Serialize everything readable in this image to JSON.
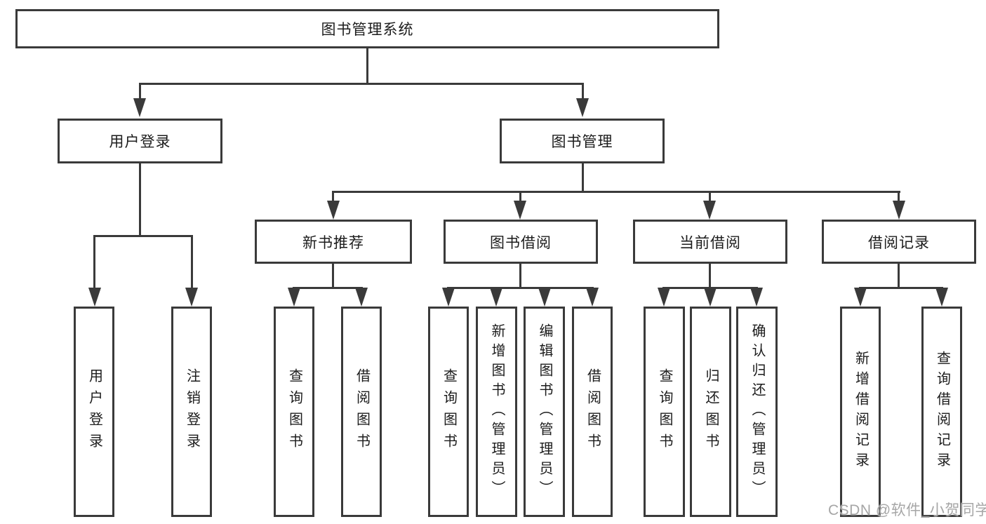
{
  "tree": {
    "root": {
      "label": "图书管理系统"
    },
    "branches": {
      "login": {
        "label": "用户登录",
        "children": {
          "userLogin": "用户登录",
          "logout": "注销登录"
        }
      },
      "management": {
        "label": "图书管理",
        "sections": {
          "newBooks": {
            "label": "新书推荐",
            "children": {
              "query": "查询图书",
              "borrow": "借阅图书"
            }
          },
          "borrowing": {
            "label": "图书借阅",
            "children": {
              "query": "查询图书",
              "add": "新增图书（管理员）",
              "edit": "编辑图书（管理员）",
              "borrow": "借阅图书"
            }
          },
          "current": {
            "label": "当前借阅",
            "children": {
              "query": "查询图书",
              "return": "归还图书",
              "confirm": "确认归还（管理员）"
            }
          },
          "records": {
            "label": "借阅记录",
            "children": {
              "add": "新增借阅记录",
              "query": "查询借阅记录"
            }
          }
        }
      }
    }
  },
  "watermark": {
    "text": "CSDN @软件_小贺同学"
  },
  "colors": {
    "line": "#3a3a3a",
    "text": "#1c1c1c",
    "watermark": "#a6a6a6",
    "background": "#ffffff"
  }
}
